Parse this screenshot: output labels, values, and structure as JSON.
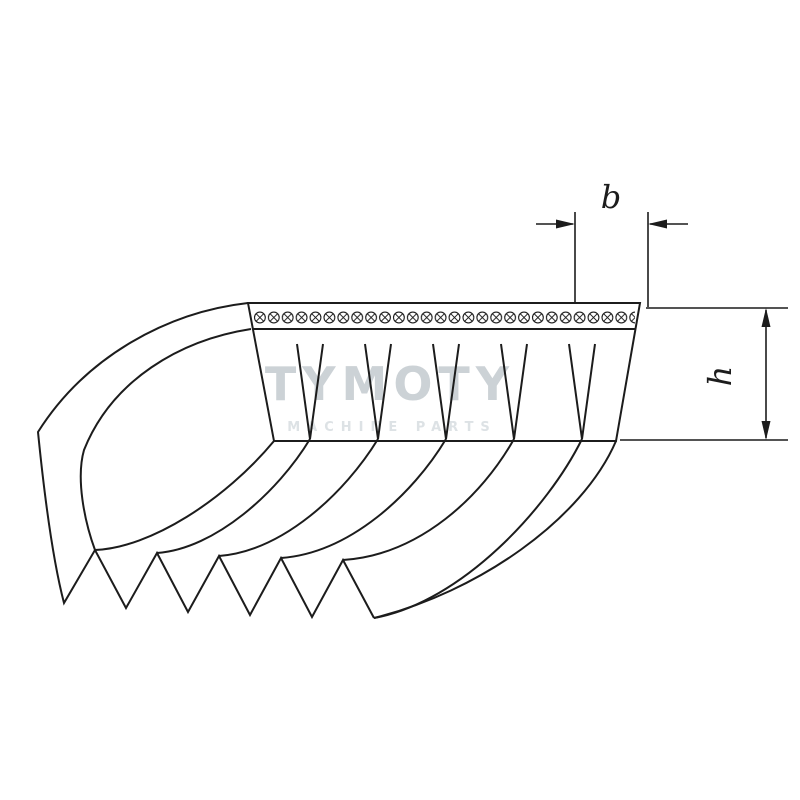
{
  "diagram": {
    "name": "Ribbed poly-V belt technical drawing",
    "labels": {
      "width": "b",
      "height": "h"
    },
    "watermark": {
      "title": "TYMOTY",
      "subtitle": "MACHINE PARTS"
    },
    "colors": {
      "line": "#1c1c1c",
      "background": "#ffffff",
      "watermark_title": "#ccd2d6",
      "watermark_subtitle": "#dde2e5"
    },
    "counts": {
      "front_grooves": 5,
      "bottom_rib_tips": 6
    }
  }
}
